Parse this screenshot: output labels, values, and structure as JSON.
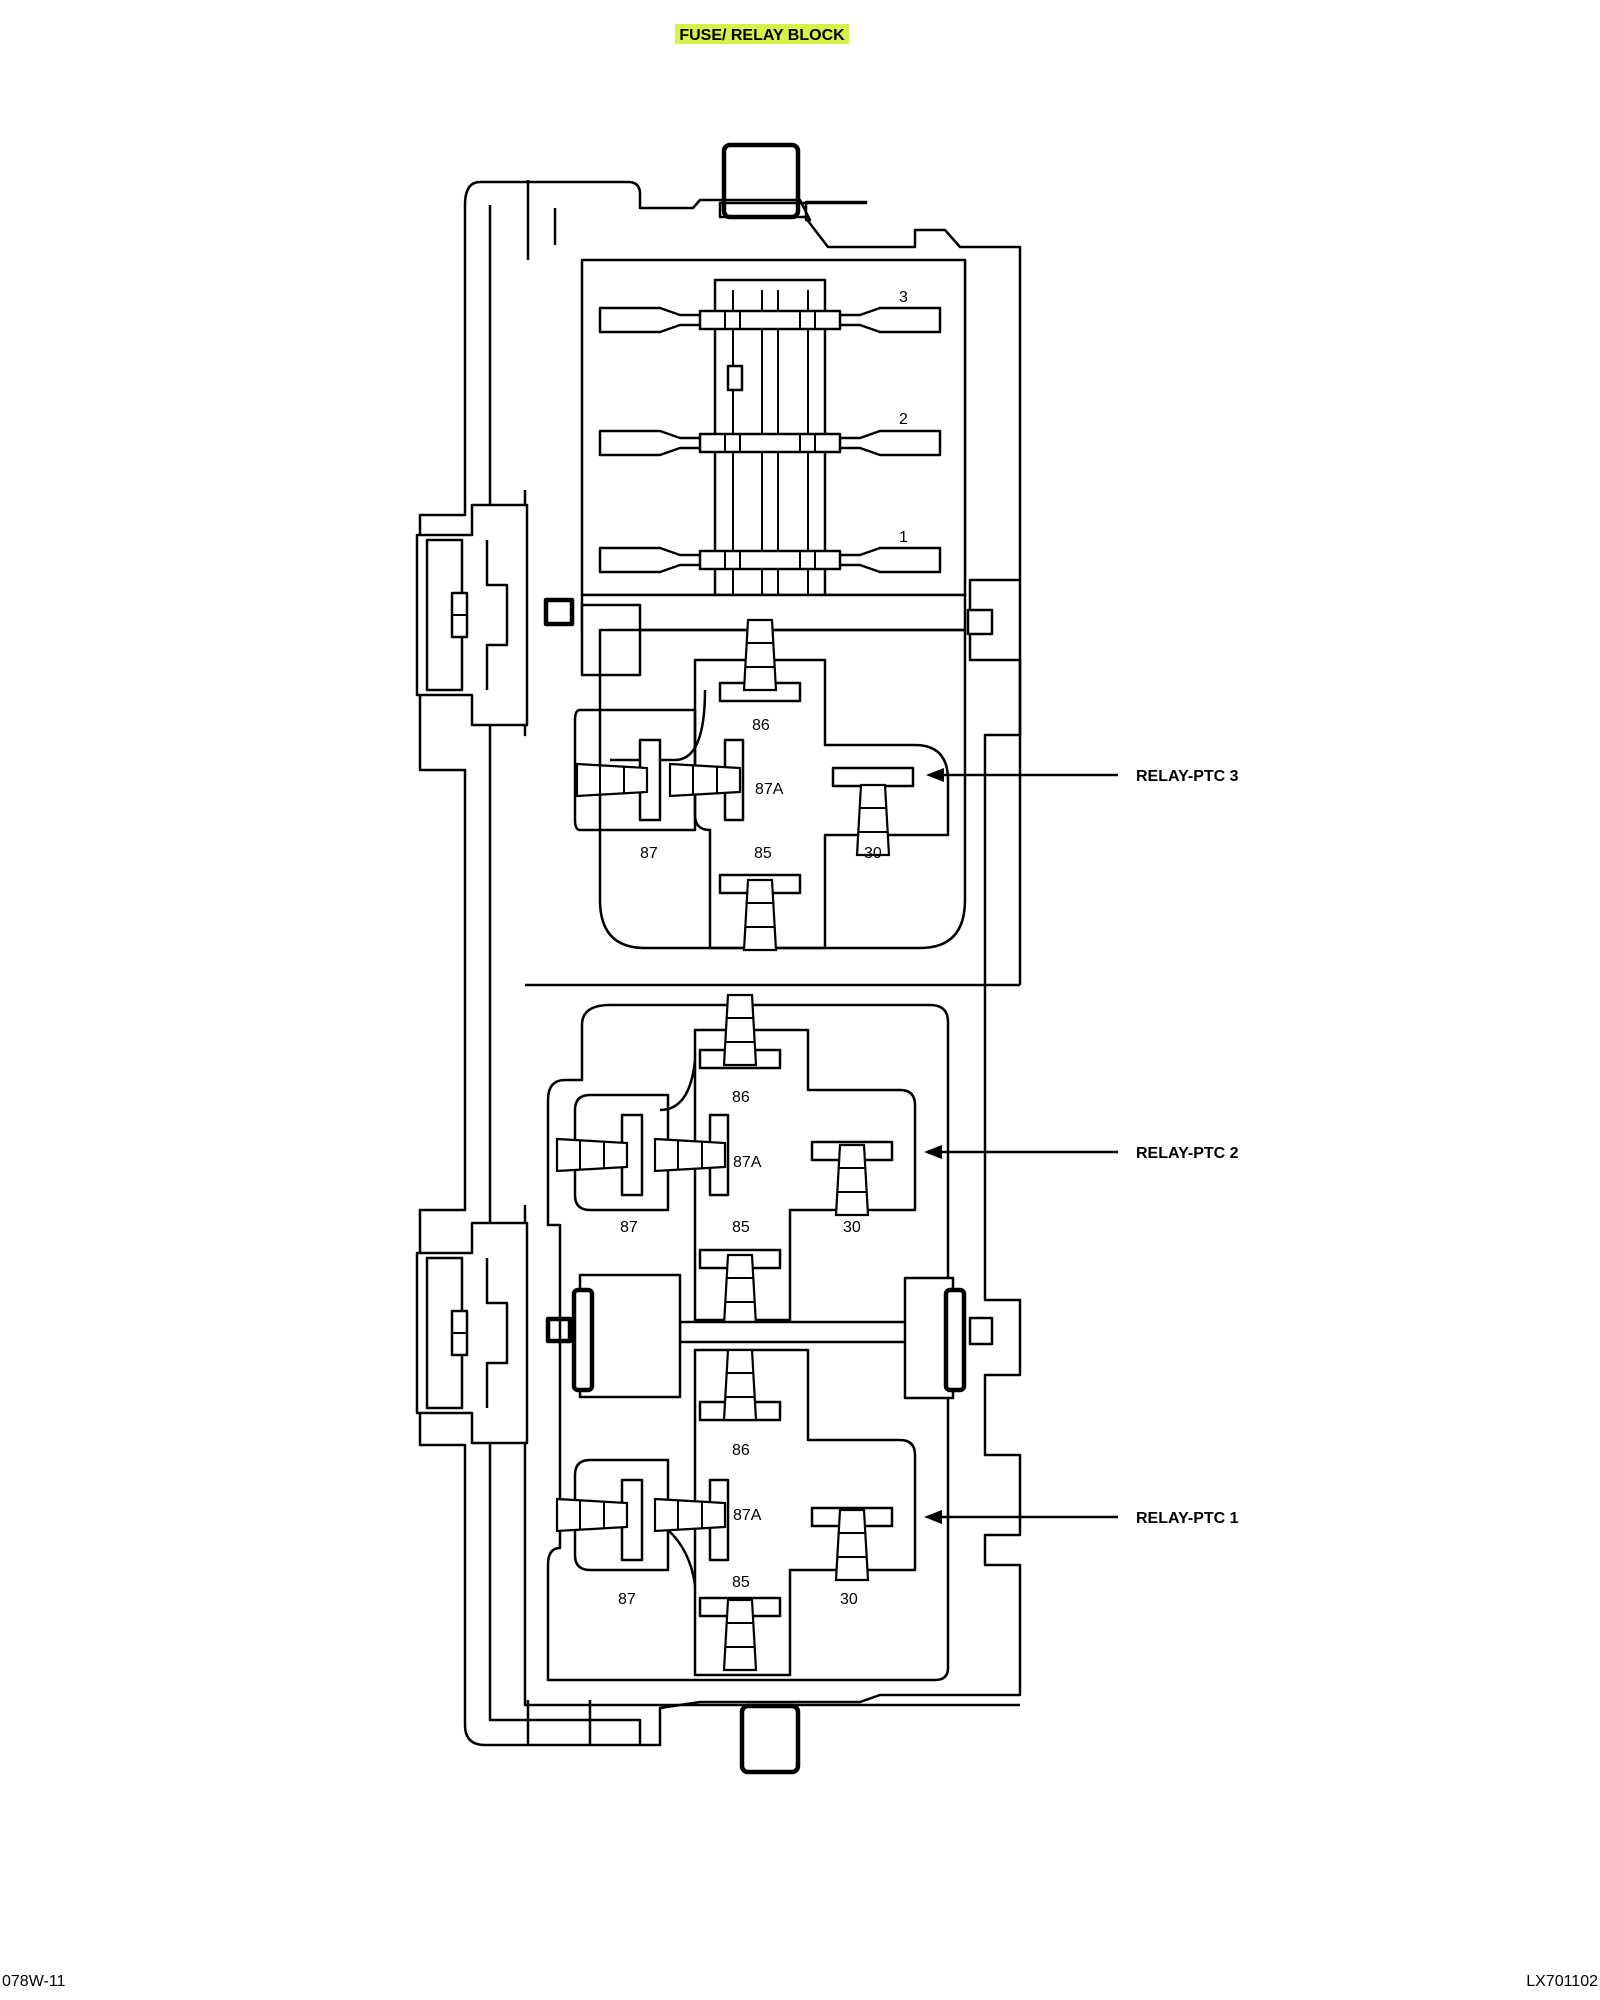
{
  "title": "FUSE/ RELAY BLOCK",
  "colors": {
    "title_highlight": "#d8f04a",
    "line": "#000000",
    "background": "#ffffff"
  },
  "fuses": [
    {
      "label": "3"
    },
    {
      "label": "2"
    },
    {
      "label": "1"
    }
  ],
  "relays": [
    {
      "name": "RELAY-PTC 3",
      "pins": {
        "p86": "86",
        "p87a": "87A",
        "p87": "87",
        "p85": "85",
        "p30": "30"
      }
    },
    {
      "name": "RELAY-PTC 2",
      "pins": {
        "p86": "86",
        "p87a": "87A",
        "p87": "87",
        "p85": "85",
        "p30": "30"
      }
    },
    {
      "name": "RELAY-PTC 1",
      "pins": {
        "p86": "86",
        "p87a": "87A",
        "p87": "87",
        "p85": "85",
        "p30": "30"
      }
    }
  ],
  "footer": {
    "left": "078W-11",
    "right": "LX701102"
  }
}
